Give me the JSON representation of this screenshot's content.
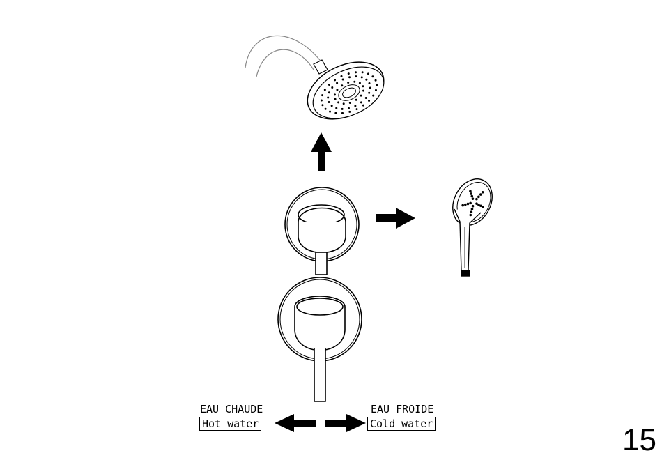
{
  "labels": {
    "hot_fr": "EAU CHAUDE",
    "hot_en": "Hot water",
    "cold_fr": "EAU FROIDE",
    "cold_en": "Cold water"
  },
  "page_number": "15",
  "colors": {
    "ink": "#000000",
    "paper": "#ffffff"
  },
  "icons": [
    "overhead-shower-head-icon",
    "hand-shower-icon",
    "diverter-valve-icon",
    "mixer-valve-icon",
    "arrow-icon"
  ]
}
